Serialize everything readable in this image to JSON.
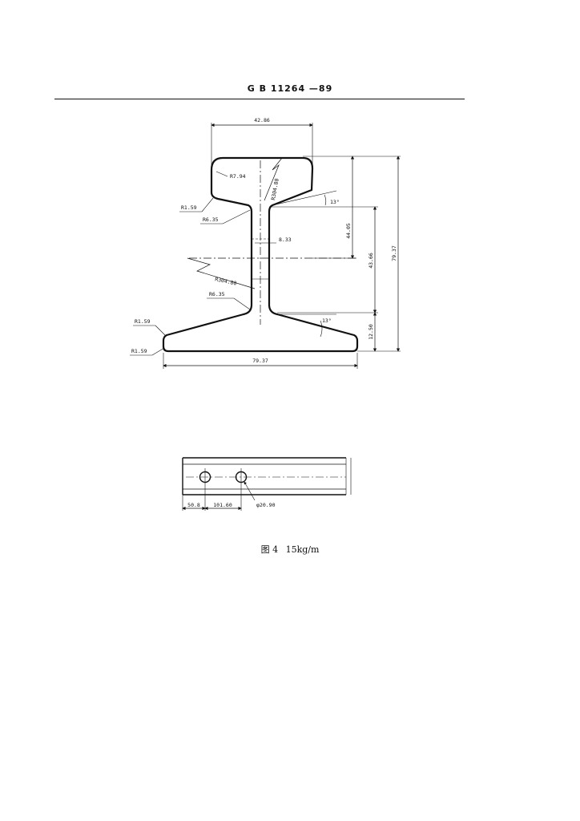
{
  "header": {
    "standard_code": "G B  11264 —89"
  },
  "cross_section": {
    "head_width": "42.86",
    "head_radius": "R7.94",
    "head_top_radius": "R304.80",
    "head_fillet": "R1.59",
    "head_web_fillet": "R6.35",
    "slope_top": "13°",
    "web_thickness": "8.33",
    "web_radius": "R304.80",
    "foot_web_fillet": "R6.35",
    "slope_bottom": "13°",
    "foot_fillet_top": "R1.59",
    "foot_fillet_bottom": "R1.59",
    "base_width": "79.37",
    "dim_head_depth": "44.05",
    "dim_web_height": "43.66",
    "dim_total_height": "79.37",
    "dim_foot_height": "12.50"
  },
  "side_view": {
    "end_to_hole1": "50.8",
    "hole_spacing": "101.60",
    "hole_diameter": "φ20.90"
  },
  "caption": {
    "figure_label": "图 4",
    "figure_title": "15kg/m"
  }
}
